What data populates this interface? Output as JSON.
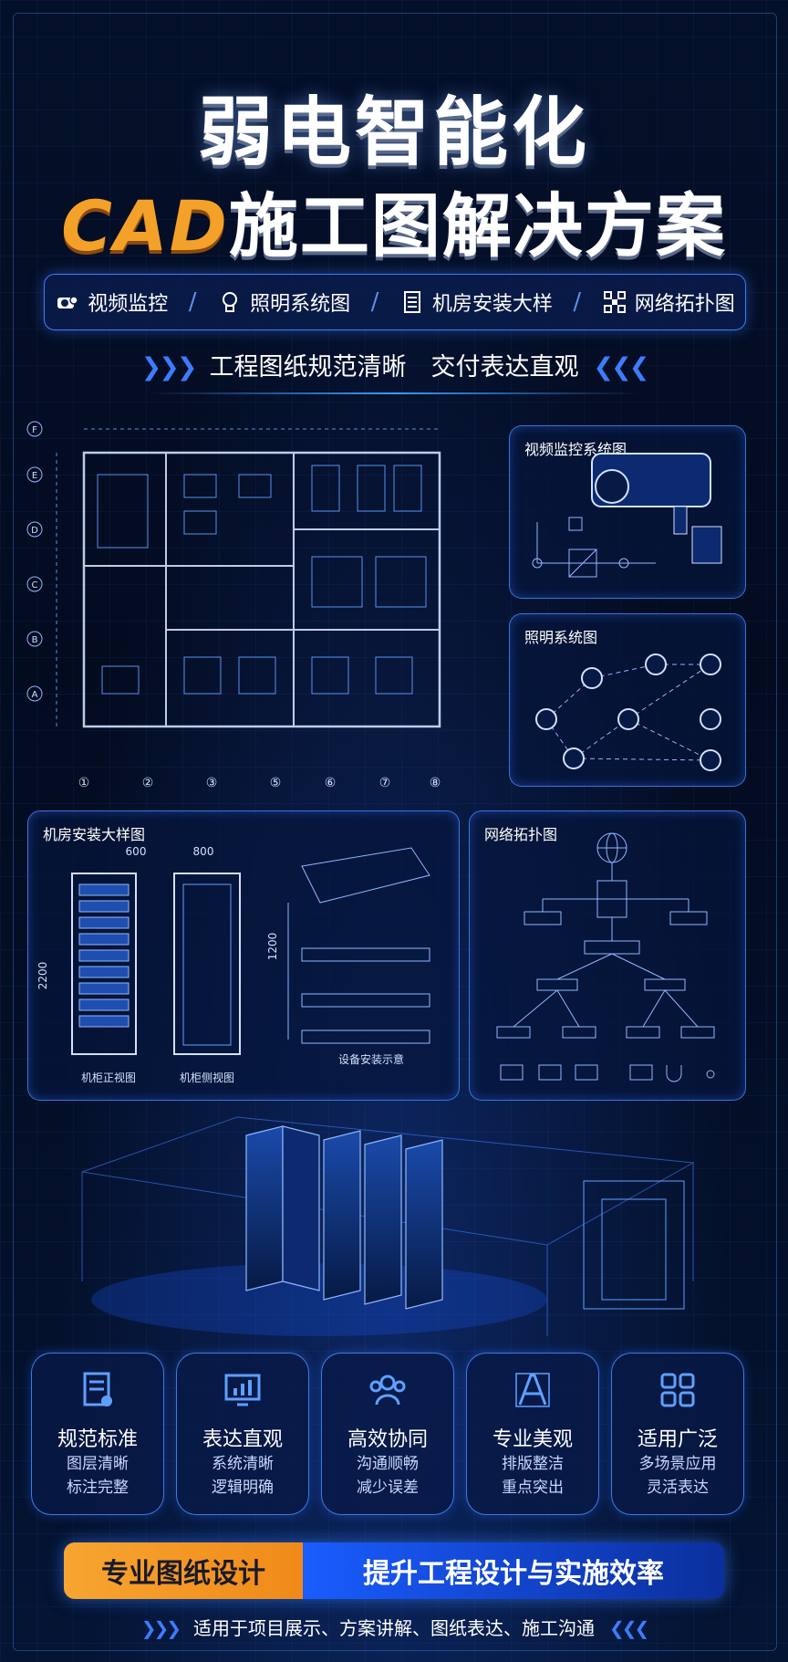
{
  "header": {
    "title_line1": "弱电智能化",
    "title_cad": "CAD",
    "title_line2_rest": "施工图解决方案"
  },
  "tags": [
    {
      "icon": "camera-icon",
      "label": "视频监控"
    },
    {
      "icon": "lightbulb-icon",
      "label": "照明系统图"
    },
    {
      "icon": "server-cabinet-icon",
      "label": "机房安装大样"
    },
    {
      "icon": "network-icon",
      "label": "网络拓扑图"
    }
  ],
  "subline": "工程图纸规范清晰　交付表达直观",
  "blueprint": {
    "row_labels": [
      "F",
      "E",
      "D",
      "C",
      "B",
      "A"
    ],
    "col_labels": [
      "①",
      "②",
      "③",
      "⑤",
      "⑥",
      "⑦",
      "⑧"
    ]
  },
  "panels": {
    "video": {
      "title": "视频监控系统图"
    },
    "lighting": {
      "title": "照明系统图"
    },
    "server_room": {
      "title": "机房安装大样图",
      "dim_front": "600",
      "dim_side": "800",
      "dim_height": "2200",
      "dim_1200": "1200",
      "label_front": "机柜正视图",
      "label_side": "机柜侧视图",
      "label_device": "设备安装示意"
    },
    "network": {
      "title": "网络拓扑图"
    }
  },
  "features": [
    {
      "icon": "document-icon",
      "name": "规范标准",
      "d1": "图层清晰",
      "d2": "标注完整"
    },
    {
      "icon": "chart-icon",
      "name": "表达直观",
      "d1": "系统清晰",
      "d2": "逻辑明确"
    },
    {
      "icon": "team-icon",
      "name": "高效协同",
      "d1": "沟通顺畅",
      "d2": "减少误差"
    },
    {
      "icon": "design-icon",
      "name": "专业美观",
      "d1": "排版整洁",
      "d2": "重点突出"
    },
    {
      "icon": "apps-icon",
      "name": "适用广泛",
      "d1": "多场景应用",
      "d2": "灵活表达"
    }
  ],
  "banner": {
    "left": "专业图纸设计",
    "right": "提升工程设计与实施效率"
  },
  "footer": "适用于项目展示、方案讲解、图纸表达、施工沟通",
  "colors": {
    "accent_blue": "#3d7cff",
    "accent_orange": "#f4a12a",
    "background": "#030b1f"
  }
}
